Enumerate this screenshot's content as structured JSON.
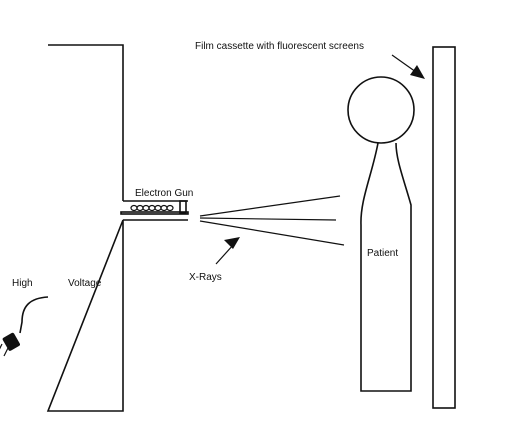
{
  "labels": {
    "film_cassette": "Film cassette with fluorescent screens",
    "electron_gun": "Electron Gun",
    "high": "High",
    "voltage": "Voltage",
    "x_rays": "X-Rays",
    "patient": "Patient"
  }
}
